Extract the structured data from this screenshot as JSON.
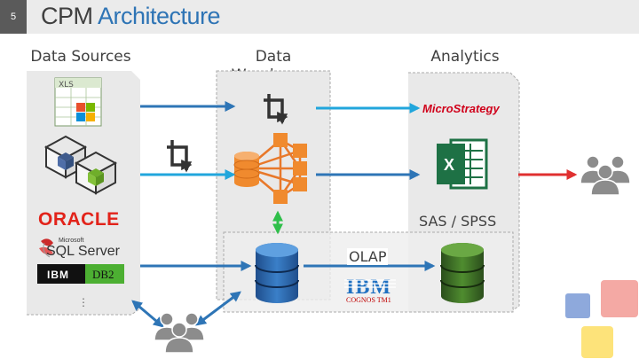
{
  "slide": {
    "number": "5",
    "title_part1": "CPM",
    "title_part2": "Architecture"
  },
  "columns": {
    "sources": "Data Sources",
    "warehouse_line1": "Data",
    "warehouse_line2": "Warehouse",
    "analytics": "Analytics"
  },
  "labels": {
    "sas_spss": "SAS / SPSS",
    "olap": "OLAP",
    "xls": "XLS",
    "ellipsis": "⋮"
  },
  "logos": {
    "oracle": "ORACLE",
    "microsoft": "Microsoft",
    "sql_server": "SQL Server",
    "ibm_db2_ibm": "IBM",
    "db2": "DB2",
    "microstrategy": "MicroStrategy",
    "ibm": "IBM",
    "cognos": "COGNOS TM1",
    "excel_x": "X"
  },
  "colors": {
    "dark_blue_arrow": "#2e75b6",
    "light_blue_arrow": "#21a6dc",
    "red_arrow": "#e03030",
    "green_arrow": "#2fbf4a",
    "panel": "#e9e9e9",
    "user_icon": "#8c8c8c"
  }
}
